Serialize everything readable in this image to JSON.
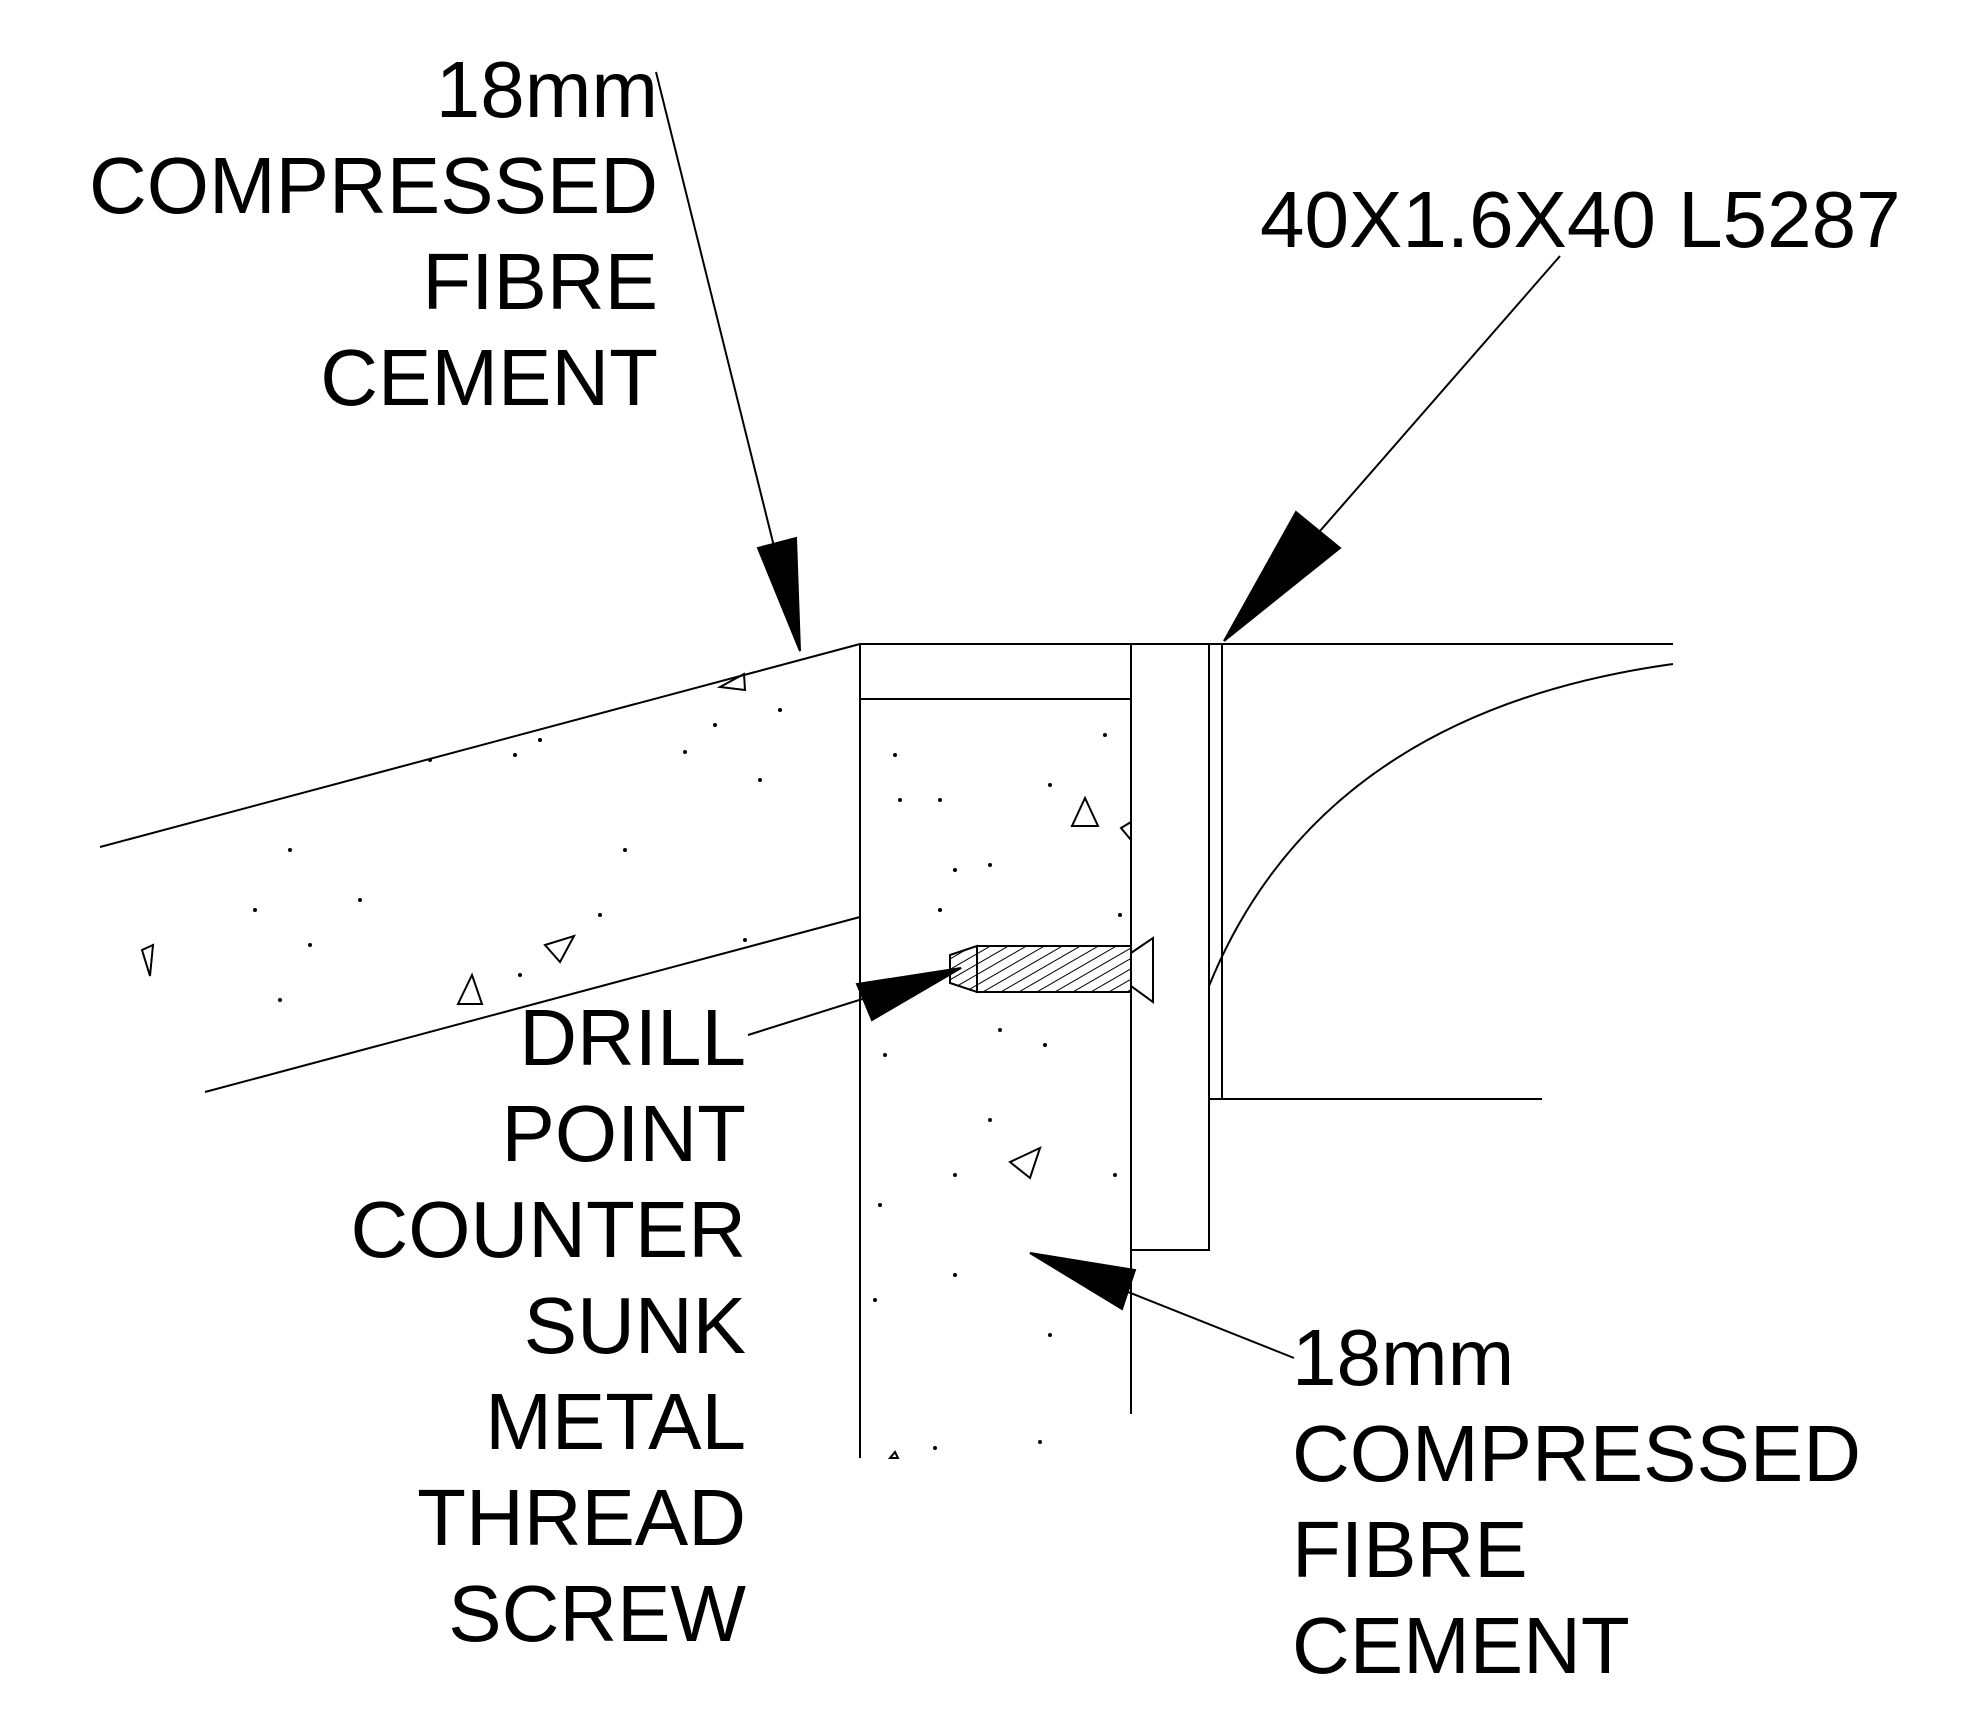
{
  "colors": {
    "background": "#ffffff",
    "ink": "#000000"
  },
  "labels": {
    "top_left": [
      "18mm",
      "COMPRESSED",
      "FIBRE",
      "CEMENT"
    ],
    "angle": "40X1.6X40 L5287",
    "screw": [
      "DRILL",
      "POINT",
      "COUNTER",
      "SUNK",
      "METAL",
      "THREAD",
      "SCREW"
    ],
    "bottom_right": [
      "18mm",
      "COMPRESSED",
      "FIBRE",
      "CEMENT"
    ]
  }
}
